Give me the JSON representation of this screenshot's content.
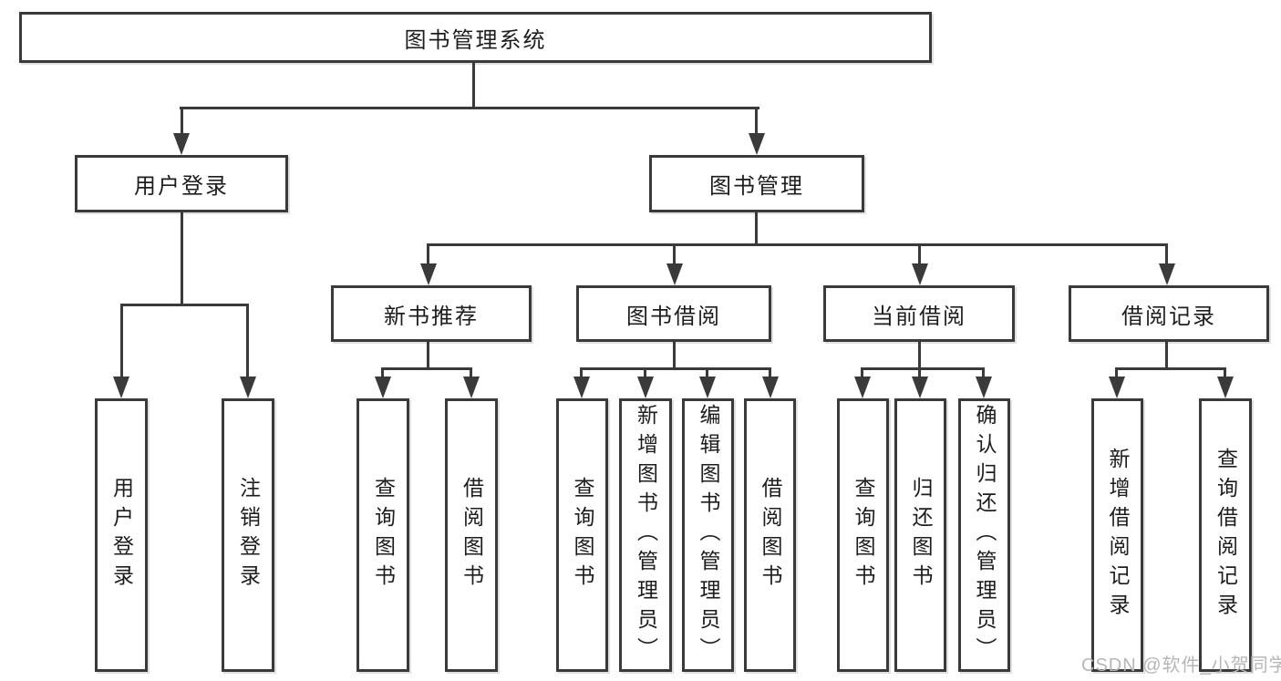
{
  "meta": {
    "colors": {
      "line": "#3a3a3a",
      "text": "#1d1d1d",
      "watermark": "#b6b6b6",
      "background": "#ffffff"
    }
  },
  "watermark": {
    "text": "CSDN @软件_小贺同学"
  },
  "tree": {
    "label": "图书管理系统",
    "children": [
      {
        "label": "用户登录",
        "children": [
          {
            "label": "用户登录"
          },
          {
            "label": "注销登录"
          }
        ]
      },
      {
        "label": "图书管理",
        "children": [
          {
            "label": "新书推荐",
            "children": [
              {
                "label": "查询图书"
              },
              {
                "label": "借阅图书"
              }
            ]
          },
          {
            "label": "图书借阅",
            "children": [
              {
                "label": "查询图书"
              },
              {
                "label": "新增图书（管理员）"
              },
              {
                "label": "编辑图书（管理员）"
              },
              {
                "label": "借阅图书"
              }
            ]
          },
          {
            "label": "当前借阅",
            "children": [
              {
                "label": "查询图书"
              },
              {
                "label": "归还图书"
              },
              {
                "label": "确认归还（管理员）"
              }
            ]
          },
          {
            "label": "借阅记录",
            "children": [
              {
                "label": "新增借阅记录"
              },
              {
                "label": "查询借阅记录"
              }
            ]
          }
        ]
      }
    ]
  }
}
